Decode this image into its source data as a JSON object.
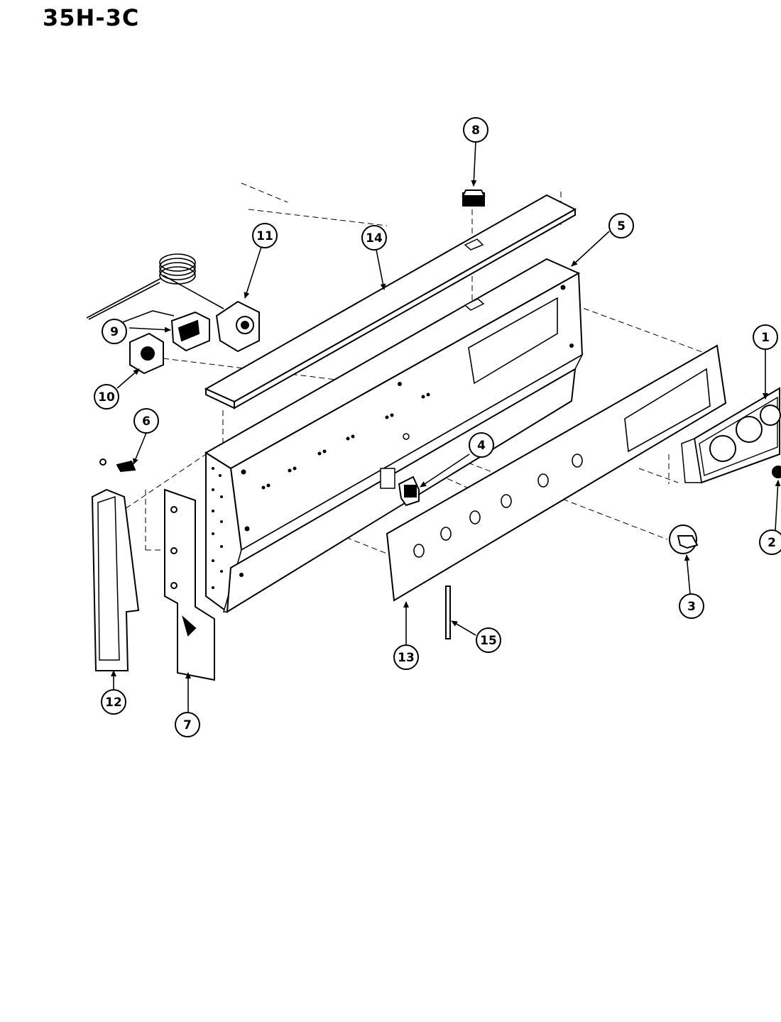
{
  "page": {
    "title": "35H-3C"
  },
  "callouts": [
    {
      "id": "c1",
      "label": "1"
    },
    {
      "id": "c2",
      "label": "2"
    },
    {
      "id": "c3",
      "label": "3"
    },
    {
      "id": "c4",
      "label": "4"
    },
    {
      "id": "c5",
      "label": "5"
    },
    {
      "id": "c6",
      "label": "6"
    },
    {
      "id": "c7",
      "label": "7"
    },
    {
      "id": "c8",
      "label": "8"
    },
    {
      "id": "c9",
      "label": "9"
    },
    {
      "id": "c10",
      "label": "10"
    },
    {
      "id": "c11",
      "label": "11"
    },
    {
      "id": "c12",
      "label": "12"
    },
    {
      "id": "c13",
      "label": "13"
    },
    {
      "id": "c14",
      "label": "14"
    },
    {
      "id": "c15",
      "label": "15"
    }
  ]
}
